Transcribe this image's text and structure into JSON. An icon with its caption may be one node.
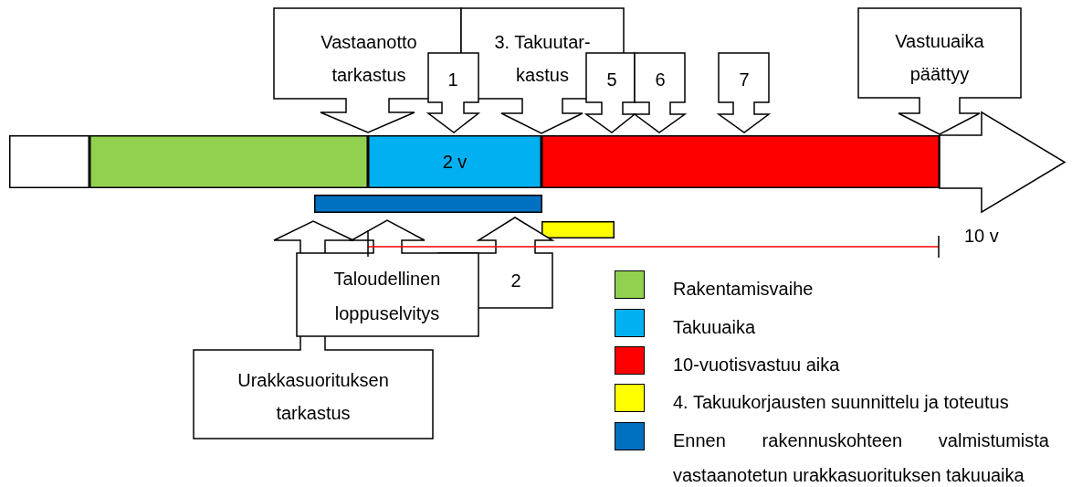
{
  "diagram": {
    "nodes": [
      {
        "text": [
          "Vastaanotto tarkastus"
        ]
      },
      {
        "text": [
          "3. Takuutar- kastus"
        ]
      },
      {
        "text": [
          "1"
        ]
      },
      {
        "text": [
          "5"
        ]
      },
      {
        "text": [
          "6"
        ]
      },
      {
        "text": [
          "7"
        ]
      },
      {
        "text": [
          "Vastuuaika päättyy"
        ]
      },
      {
        "text": [],
        "shape": "bar"
      },
      {
        "text": [],
        "shape": "bar"
      },
      {
        "text": [
          "2 v"
        ]
      },
      {
        "text": [],
        "shape": "bar"
      },
      {
        "text": [],
        "shape": "arrow"
      },
      {
        "text": [],
        "shape": "bar"
      },
      {
        "text": [],
        "shape": "bar"
      },
      {
        "text": [
          "Taloudellinen loppuselvitys"
        ]
      },
      {
        "text": [
          "2"
        ]
      },
      {
        "text": [
          "Urakkasuorituksen tarkastus"
        ]
      }
    ],
    "edges": [],
    "labels": [
      "10 v"
    ],
    "legend": [
      {
        "text": "Rakentamisvaihe",
        "color": "#92d050"
      },
      {
        "text": "Takuuaika",
        "color": "#00b0f0"
      },
      {
        "text": "10-vuotisvastuu aika",
        "color": "#ff0000"
      },
      {
        "text": "4. Takuukorjausten suunnittelu ja toteutus",
        "color": "#ffff00"
      },
      {
        "text": "Ennen rakennuskohteen valmistumista vastaanotetun urakkasuorituksen takuuaika",
        "color": "#0070c0"
      }
    ]
  }
}
